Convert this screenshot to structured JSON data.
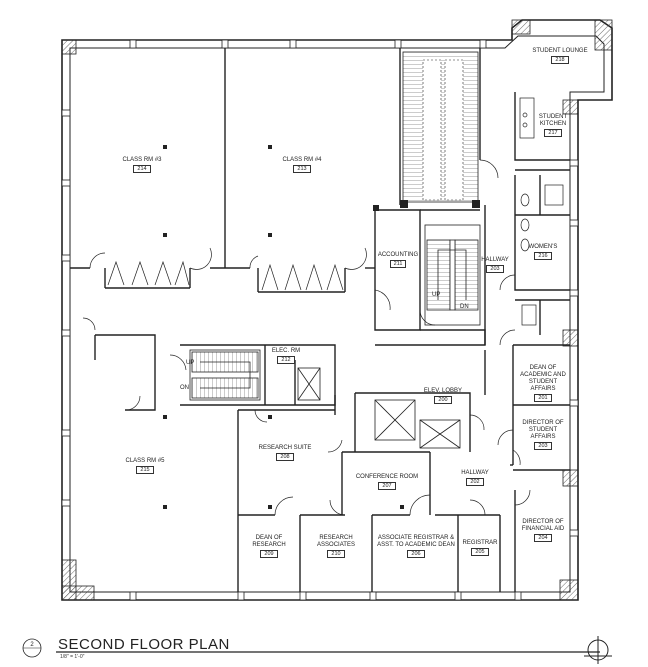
{
  "drawing": {
    "title": "SECOND FLOOR PLAN",
    "scale": "1/8\" = 1'-0\"",
    "number": "2"
  },
  "rooms": {
    "class3": {
      "name": "CLASS RM #3",
      "number": "214"
    },
    "class4": {
      "name": "CLASS RM #4",
      "number": "213"
    },
    "lounge": {
      "name": "STUDENT LOUNGE",
      "number": "218"
    },
    "kitchen": {
      "name": "STUDENT KITCHEN",
      "number": "217"
    },
    "accounting": {
      "name": "ACCOUNTING",
      "number": "211"
    },
    "hallway_north": {
      "name": "HALLWAY",
      "number": "203"
    },
    "womens": {
      "name": "WOMEN'S",
      "number": "216"
    },
    "elec": {
      "name": "ELEC. RM",
      "number": "212"
    },
    "dean_academic": {
      "name": "DEAN OF ACADEMIC AND STUDENT AFFAIRS",
      "number": "201"
    },
    "elev": {
      "name": "ELEV. LOBBY",
      "number": "200"
    },
    "director_student": {
      "name": "DIRECTOR OF STUDENT AFFAIRS",
      "number": "203"
    },
    "research_suite": {
      "name": "RESEARCH SUITE",
      "number": "208"
    },
    "class5": {
      "name": "CLASS RM #5",
      "number": "215"
    },
    "conference": {
      "name": "CONFERENCE ROOM",
      "number": "207"
    },
    "hallway_south": {
      "name": "HALLWAY",
      "number": "202"
    },
    "director_aid": {
      "name": "DIRECTOR OF FINANCIAL AID",
      "number": "204"
    },
    "dean_research": {
      "name": "DEAN OF RESEARCH",
      "number": "209"
    },
    "research_assoc": {
      "name": "RESEARCH ASSOCIATES",
      "number": "210"
    },
    "assoc_registrar": {
      "name": "ASSOCIATE REGISTRAR & ASST. TO ACADEMIC DEAN",
      "number": "206"
    },
    "registrar": {
      "name": "REGISTRAR",
      "number": "205"
    }
  },
  "stairs": {
    "up_label": "UP",
    "dn_label": "DN",
    "on_label": "ON"
  }
}
